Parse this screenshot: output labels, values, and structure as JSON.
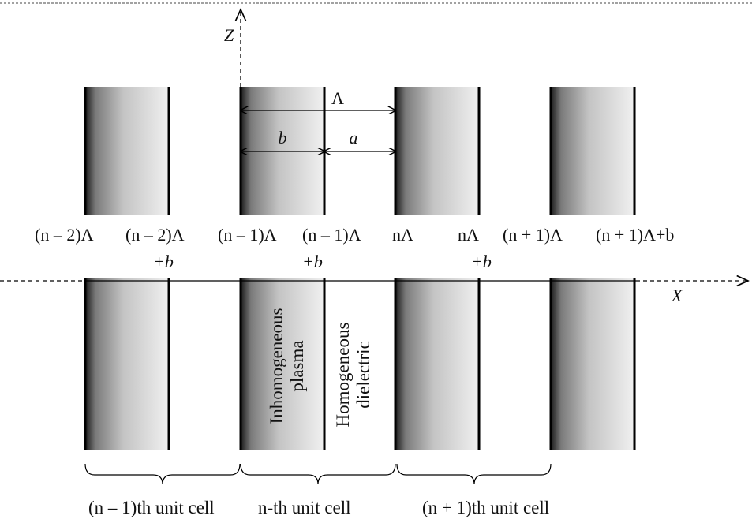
{
  "axes": {
    "x_label": "X",
    "z_label": "Z"
  },
  "dimensions": {
    "period": "Λ",
    "plasma_width": "b",
    "dielectric_width": "a"
  },
  "position_labels": [
    {
      "main": "(n – 2)Λ",
      "sub": ""
    },
    {
      "main": "(n – 2)Λ",
      "sub": "+b"
    },
    {
      "main": "(n – 1)Λ",
      "sub": ""
    },
    {
      "main": "(n – 1)Λ",
      "sub": "+b"
    },
    {
      "main": "nΛ",
      "sub": ""
    },
    {
      "main": "nΛ",
      "sub": "+b"
    },
    {
      "main": "(n + 1)Λ",
      "sub": ""
    },
    {
      "main": "(n + 1)Λ+b",
      "sub": ""
    }
  ],
  "layer_labels": {
    "plasma": [
      "Inhomogeneous",
      "plasma"
    ],
    "dielectric": [
      "Homogeneous",
      "dielectric"
    ]
  },
  "unit_cells": [
    "(n – 1)th unit cell",
    "n-th unit cell",
    "(n + 1)th unit cell"
  ],
  "colors": {
    "gradient_dark": "#1a1a1a",
    "gradient_light": "#f2f2f2",
    "line": "#000000"
  }
}
